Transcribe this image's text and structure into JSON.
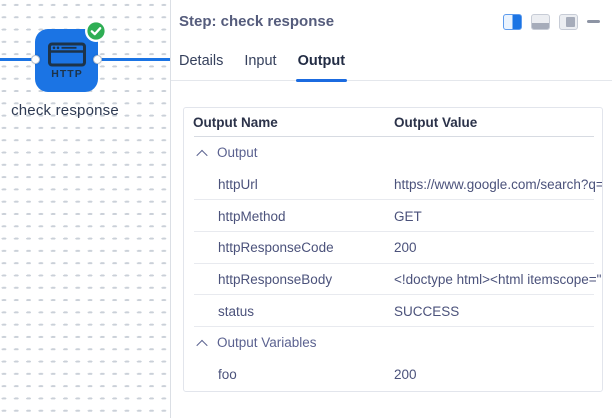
{
  "canvas": {
    "node": {
      "label": "check response",
      "type_label": "HTTP",
      "status": "success"
    }
  },
  "panel": {
    "title": "Step: check response",
    "layout_icons": [
      "split-view",
      "bottom-panel",
      "right-panel",
      "minimize"
    ],
    "tabs": [
      {
        "label": "Details",
        "active": false
      },
      {
        "label": "Input",
        "active": false
      },
      {
        "label": "Output",
        "active": true
      }
    ],
    "table": {
      "columns": [
        "Output Name",
        "Output Value"
      ],
      "rows": [
        {
          "type": "group",
          "name": "Output"
        },
        {
          "type": "item",
          "name": "httpUrl",
          "value": "https://www.google.com/search?q="
        },
        {
          "type": "item",
          "name": "httpMethod",
          "value": "GET"
        },
        {
          "type": "item",
          "name": "httpResponseCode",
          "value": "200"
        },
        {
          "type": "item",
          "name": "httpResponseBody",
          "value": "<!doctype html><html itemscope=\""
        },
        {
          "type": "item",
          "name": "status",
          "value": "SUCCESS"
        },
        {
          "type": "group",
          "name": "Output Variables"
        },
        {
          "type": "item",
          "name": "foo",
          "value": "200"
        }
      ]
    }
  },
  "colors": {
    "accent_blue": "#1b74e4",
    "success_green": "#2fae54",
    "tab_underline": "#1b6be0",
    "node_icon": "#1d3349"
  }
}
